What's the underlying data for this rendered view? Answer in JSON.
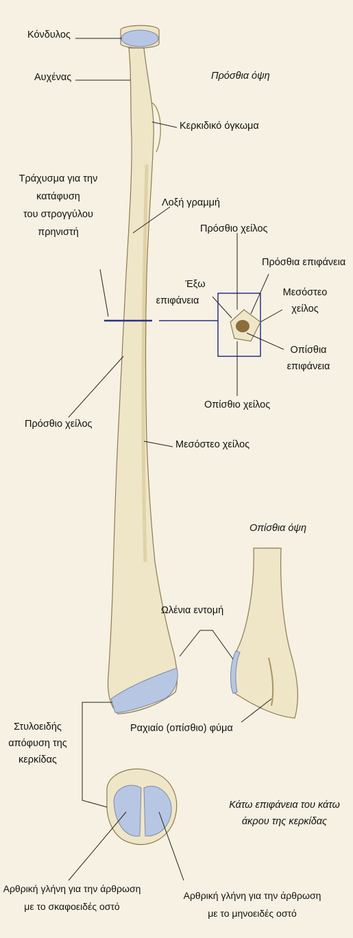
{
  "colors": {
    "bone": "#efe6c8",
    "bone_shade": "#d9c99a",
    "cartilage": "#b7c6e2",
    "leader_line": "#222222",
    "section_box": "#2a2f8a",
    "background_page": "#f6f1e2"
  },
  "views": {
    "anterior": "Πρόσθια όψη",
    "posterior": "Οπίσθια όψη",
    "inferior_1": "Κάτω επιφάνεια του κάτω",
    "inferior_2": "άκρου της κερκίδας"
  },
  "labels": {
    "head": "Κόνδυλος",
    "neck": "Αυχένας",
    "radial_tuberosity": "Κερκιδικό όγκωμα",
    "pronator_1": "Τράχυσμα για την",
    "pronator_2": "κατάφυση",
    "pronator_3": "του στρογγύλου",
    "pronator_4": "πρηνιστή",
    "oblique_line": "Λοξή γραμμή",
    "anterior_border_section": "Πρόσθιο χείλος",
    "anterior_surface": "Πρόσθια επιφάνεια",
    "lateral_surface_1": "Έξω",
    "lateral_surface_2": "επιφάνεια",
    "interosseous_border_section_1": "Μεσόστεο",
    "interosseous_border_section_2": "χείλος",
    "posterior_surface_1": "Οπίσθια",
    "posterior_surface_2": "επιφάνεια",
    "posterior_border": "Οπίσθιο χείλος",
    "anterior_border": "Πρόσθιο χείλος",
    "interosseous_border": "Μεσόστεο χείλος",
    "ulnar_notch": "Ωλένια εντομή",
    "styloid_1": "Στυλοειδής",
    "styloid_2": "απόφυση της",
    "styloid_3": "κερκίδας",
    "dorsal_tubercle": "Ραχιαίο (οπίσθιο) φύμα",
    "scaphoid_facet_1": "Αρθρική γλήνη για την άρθρωση",
    "scaphoid_facet_2": "με το σκαφοειδές οστό",
    "lunate_facet_1": "Αρθρική γλήνη για την άρθρωση",
    "lunate_facet_2": "με το μηνοειδές οστό"
  }
}
